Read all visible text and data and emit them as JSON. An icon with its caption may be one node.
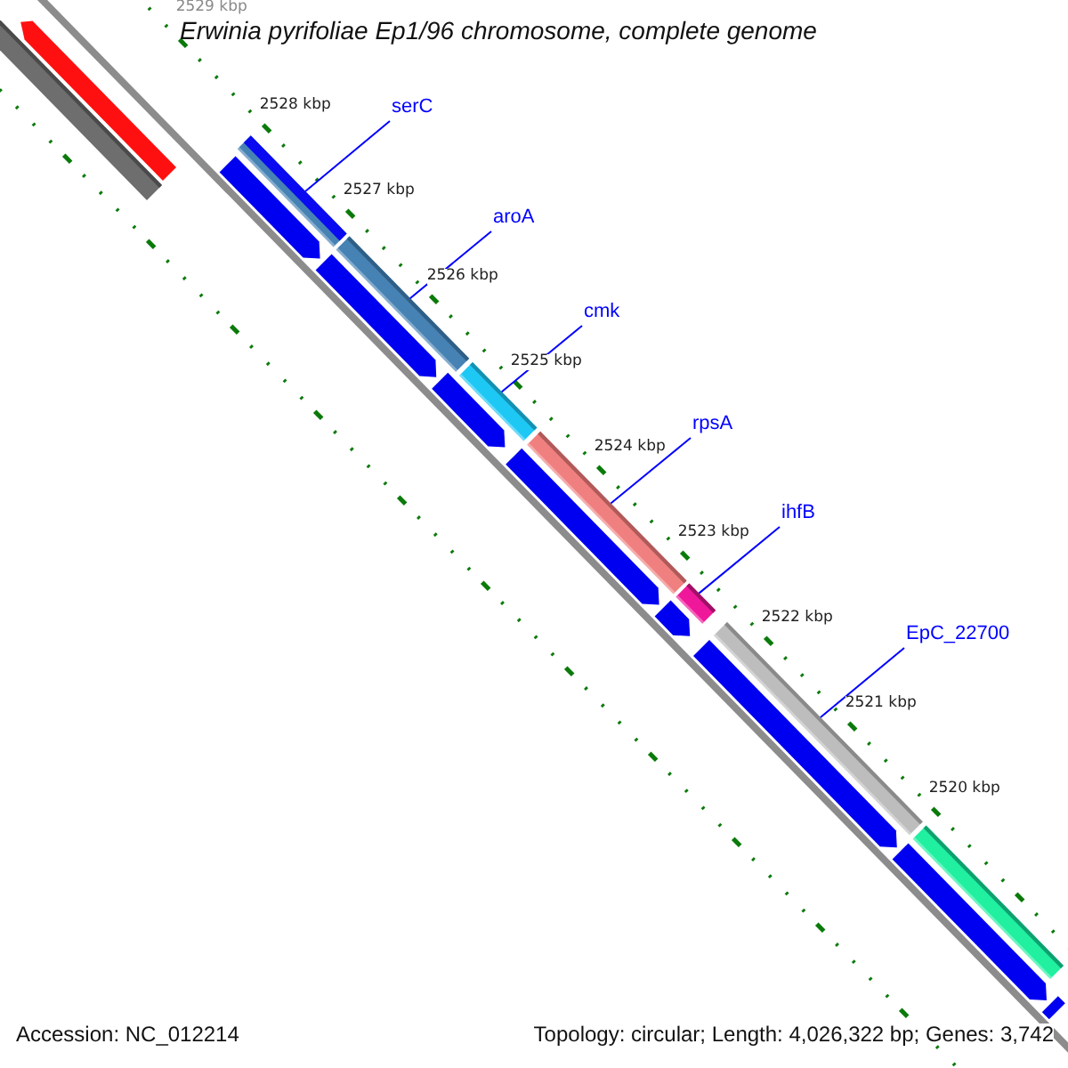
{
  "diagram": {
    "title": "Erwinia pyrifoliae Ep1/96 chromosome, complete genome",
    "nodes": [
      {
        "text": [
          "serC"
        ]
      },
      {
        "text": [],
        "shape": "bar"
      },
      {
        "text": [
          "aroA"
        ]
      },
      {
        "text": [],
        "shape": "bar"
      },
      {
        "text": [
          "cmk"
        ]
      },
      {
        "text": [],
        "shape": "bar"
      },
      {
        "text": [
          "rpsA"
        ]
      },
      {
        "text": [],
        "shape": "bar"
      },
      {
        "text": [
          "ihfB"
        ]
      },
      {
        "text": [],
        "shape": "bar"
      },
      {
        "text": [
          "EpC_22700"
        ]
      },
      {
        "text": [],
        "shape": "bar"
      },
      {
        "text": [],
        "shape": "bar"
      },
      {
        "text": [],
        "shape": "bar"
      },
      {
        "text": [],
        "shape": "bar"
      },
      {
        "text": [],
        "shape": "bar"
      },
      {
        "text": [],
        "shape": "bar"
      },
      {
        "text": [],
        "shape": "bar"
      },
      {
        "text": [],
        "shape": "bar"
      },
      {
        "text": [],
        "shape": "bar"
      },
      {
        "text": [],
        "shape": "bar"
      },
      {
        "text": [],
        "shape": "bar"
      },
      {
        "text": [],
        "shape": "bar"
      }
    ],
    "edges": [
      {
        "from": 0,
        "to": 1,
        "arrow": "none"
      },
      {
        "from": 2,
        "to": 3,
        "arrow": "none"
      },
      {
        "from": 4,
        "to": 5,
        "arrow": "none"
      },
      {
        "from": 6,
        "to": 7,
        "arrow": "none"
      },
      {
        "from": 8,
        "to": 9,
        "arrow": "none"
      },
      {
        "from": 10,
        "to": 11,
        "arrow": "none"
      }
    ],
    "labels": [
      "2529 kbp",
      "2528 kbp",
      "2527 kbp",
      "2526 kbp",
      "2525 kbp",
      "2524 kbp",
      "2523 kbp",
      "2522 kbp",
      "2521 kbp",
      "2520 kbp",
      "Accession: NC_012214",
      "Topology: circular; Length: 4,026,322 bp; Genes: 3,742"
    ]
  }
}
